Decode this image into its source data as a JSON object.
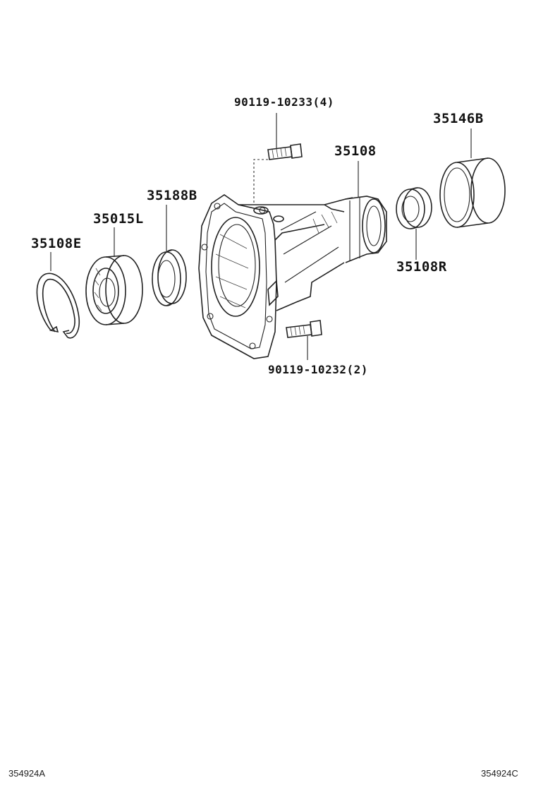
{
  "labels": {
    "bolt_top": "90119-10233(4)",
    "sleeve": "35146B",
    "housing": "35108",
    "seal_b": "35188B",
    "bearing": "35015L",
    "snap_ring": "35108E",
    "seal_r": "35108R",
    "bolt_bottom": "90119-10232(2)"
  },
  "footer": {
    "left_code": "354924A",
    "right_code": "354924C"
  }
}
